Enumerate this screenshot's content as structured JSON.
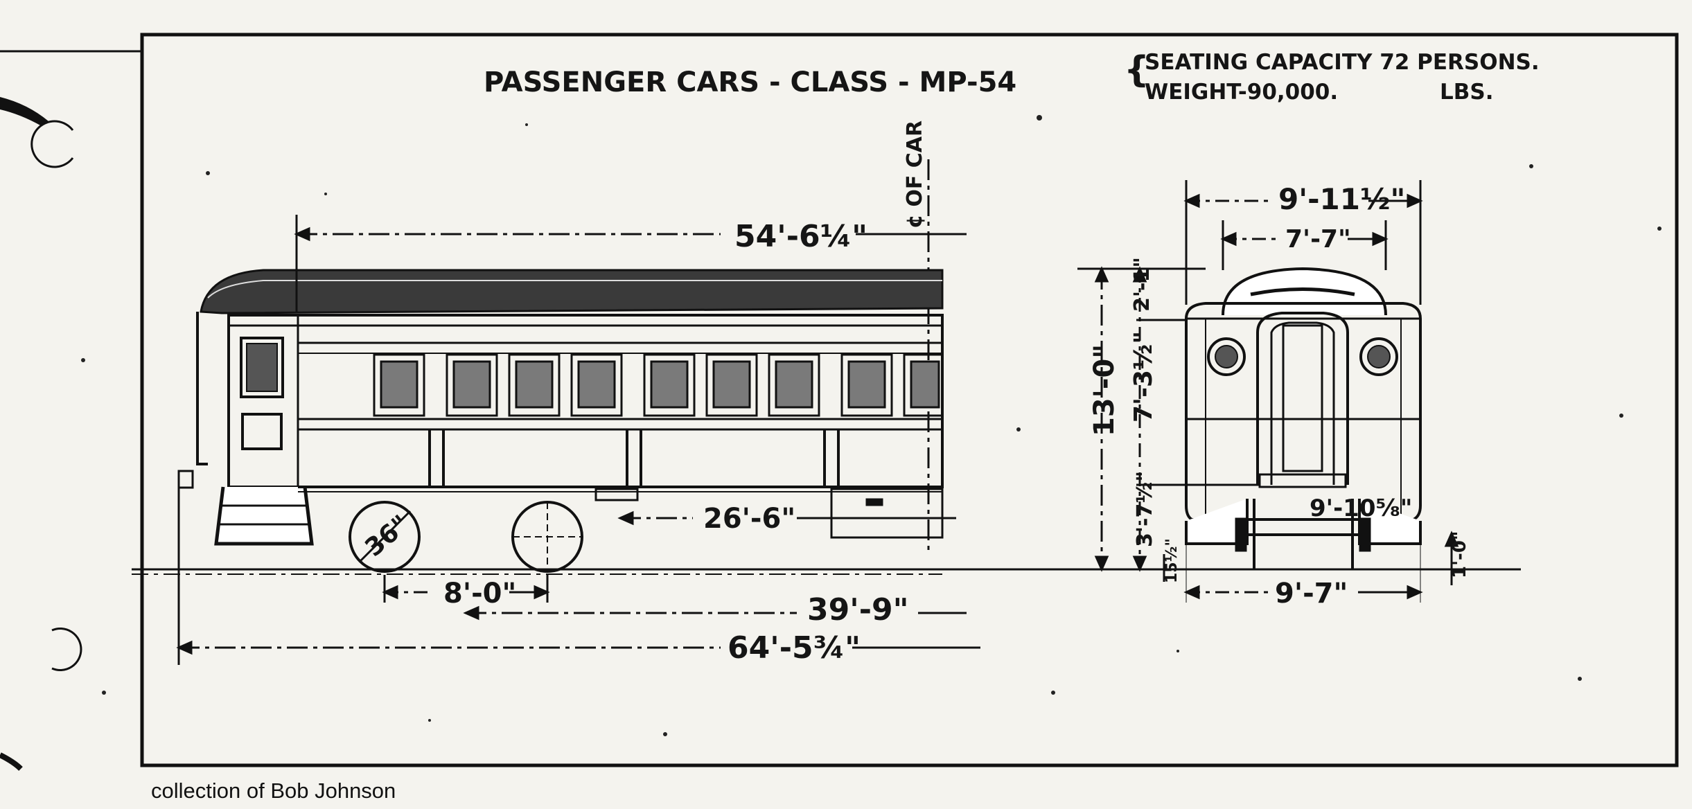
{
  "title": "PASSENGER CARS - CLASS - MP-54",
  "specs": {
    "seating": "SEATING CAPACITY 72 PERSONS.",
    "weight_label": "WEIGHT-90,000.",
    "weight_unit": "LBS."
  },
  "centerline_label": "¢ OF CAR",
  "side_view": {
    "body_length": "54'-6¼\"",
    "truck_center_from_centerline": "26'-6\"",
    "truck_wheelbase": "8'-0\"",
    "truck_centers": "39'-9\"",
    "overall_length": "64'-5¾\"",
    "wheel_diameter": "36\""
  },
  "end_view": {
    "overall_width": "9'-11½\"",
    "roof_width": "7'-7\"",
    "height_total": "13'-0\"",
    "roof_height": "2'-1\"",
    "body_height": "7'-3½\"",
    "underframe_height": "3'-7½\"",
    "rail_clearance": "15½\"",
    "truck_width": "9'-10⅝\"",
    "gauge_width": "9'-7\"",
    "step_height": "1'-0\""
  },
  "credit": "collection of Bob Johnson"
}
